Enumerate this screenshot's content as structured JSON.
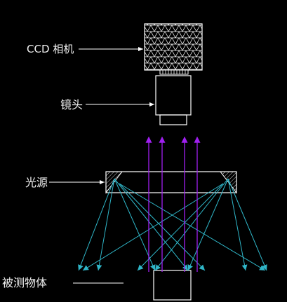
{
  "labels": {
    "camera": "CCD 相机",
    "lens": "镜头",
    "light_source": "光源",
    "object": "被测物体"
  },
  "colors": {
    "background": "#000000",
    "outline": "#ffffff",
    "reflected_rays": "#a020f0",
    "incident_rays": "#2fb6c8"
  },
  "icons": {
    "camera_pattern": "triangle-mesh",
    "light_source_ends": "hatch"
  }
}
